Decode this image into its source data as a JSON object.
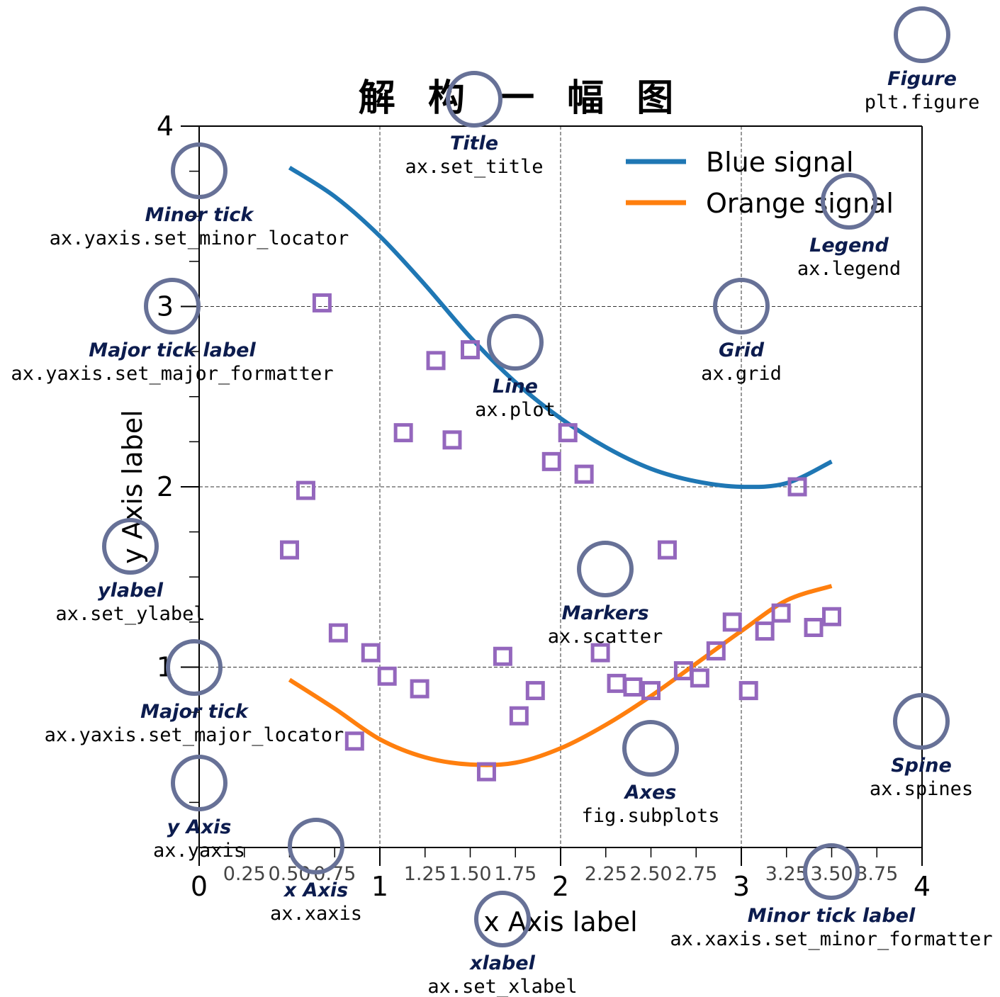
{
  "chart_data": {
    "type": "line",
    "title": "解 构 一 幅 图",
    "xlabel": "x Axis label",
    "ylabel": "y Axis label",
    "xlim": [
      0,
      4
    ],
    "ylim": [
      0,
      4
    ],
    "grid": true,
    "legend_position": "top-right",
    "x_major_ticks": [
      "0",
      "1",
      "2",
      "3",
      "4"
    ],
    "x_minor_ticks": [
      "0.25",
      "0.50",
      "0.75",
      "1.25",
      "1.50",
      "1.75",
      "2.25",
      "2.50",
      "2.75",
      "3.25",
      "3.50",
      "3.75"
    ],
    "y_major_ticks": [
      "1",
      "2",
      "3",
      "4"
    ],
    "series": [
      {
        "name": "Blue signal",
        "kind": "line",
        "color": "#1f77b4",
        "x": [
          0.5,
          0.75,
          1.0,
          1.25,
          1.5,
          1.75,
          2.0,
          2.25,
          2.5,
          2.75,
          3.0,
          3.25,
          3.5
        ],
        "y": [
          3.77,
          3.61,
          3.39,
          3.12,
          2.83,
          2.58,
          2.38,
          2.22,
          2.1,
          2.03,
          2.0,
          2.02,
          2.14
        ]
      },
      {
        "name": "Orange signal",
        "kind": "line",
        "color": "#ff7f0e",
        "x": [
          0.5,
          0.75,
          1.0,
          1.25,
          1.5,
          1.75,
          2.0,
          2.25,
          2.5,
          2.75,
          3.0,
          3.25,
          3.5
        ],
        "y": [
          0.93,
          0.77,
          0.6,
          0.5,
          0.46,
          0.47,
          0.55,
          0.68,
          0.84,
          1.02,
          1.2,
          1.37,
          1.45
        ]
      },
      {
        "kind": "scatter",
        "marker": "square-open",
        "color": "#9467bd",
        "x": [
          0.5,
          0.59,
          0.68,
          0.77,
          0.86,
          0.95,
          1.04,
          1.13,
          1.22,
          1.31,
          1.4,
          1.5,
          1.59,
          1.68,
          1.77,
          1.86,
          1.95,
          2.04,
          2.13,
          2.22,
          2.31,
          2.4,
          2.5,
          2.59,
          2.68,
          2.77,
          2.86,
          2.95,
          3.04,
          3.13,
          3.22,
          3.31,
          3.4,
          3.5
        ],
        "y": [
          1.65,
          1.98,
          3.02,
          1.19,
          0.59,
          1.08,
          0.95,
          2.3,
          0.88,
          2.7,
          2.26,
          2.76,
          0.42,
          1.06,
          0.73,
          0.87,
          2.14,
          2.3,
          2.07,
          1.08,
          0.91,
          0.89,
          0.87,
          1.65,
          0.98,
          0.94,
          1.09,
          1.25,
          0.87,
          1.2,
          1.3,
          2.0,
          1.22,
          1.28
        ]
      }
    ]
  },
  "annotations": [
    {
      "title": "Figure",
      "code": "plt.figure"
    },
    {
      "title": "Title",
      "code": "ax.set_title"
    },
    {
      "title": "Legend",
      "code": "ax.legend"
    },
    {
      "title": "Minor tick",
      "code": "ax.yaxis.set_minor_locator"
    },
    {
      "title": "Major tick label",
      "code": "ax.yaxis.set_major_formatter"
    },
    {
      "title": "Grid",
      "code": "ax.grid"
    },
    {
      "title": "Line",
      "code": "ax.plot"
    },
    {
      "title": "ylabel",
      "code": "ax.set_ylabel"
    },
    {
      "title": "Markers",
      "code": "ax.scatter"
    },
    {
      "title": "Major tick",
      "code": "ax.yaxis.set_major_locator"
    },
    {
      "title": "Spine",
      "code": "ax.spines"
    },
    {
      "title": "Axes",
      "code": "fig.subplots"
    },
    {
      "title": "y Axis",
      "code": "ax.yaxis"
    },
    {
      "title": "x Axis",
      "code": "ax.xaxis"
    },
    {
      "title": "Minor tick label",
      "code": "ax.xaxis.set_minor_formatter"
    },
    {
      "title": "xlabel",
      "code": "ax.set_xlabel"
    }
  ],
  "colors": {
    "annotation_circle": "#677197",
    "annotation_title": "#0c1c4e",
    "blue": "#1f77b4",
    "orange": "#ff7f0e",
    "markers": "#9467bd"
  }
}
